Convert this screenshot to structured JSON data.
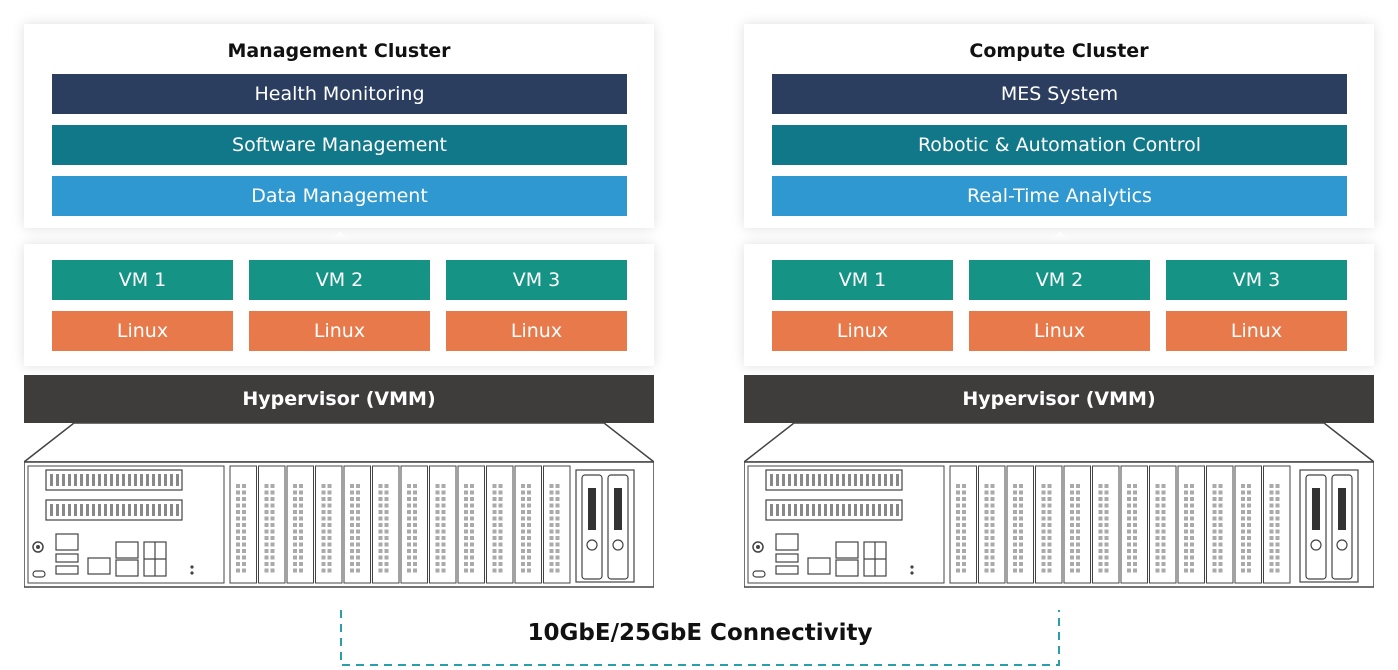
{
  "clusters": [
    {
      "title": "Management  Cluster",
      "services": [
        "Health Monitoring",
        "Software  Management",
        "Data Management"
      ],
      "vms": [
        {
          "name": "VM 1",
          "os": "Linux"
        },
        {
          "name": "VM 2",
          "os": "Linux"
        },
        {
          "name": "VM 3",
          "os": "Linux"
        }
      ],
      "hypervisor": "Hypervisor (VMM)"
    },
    {
      "title": "Compute Cluster",
      "services": [
        "MES System",
        "Robotic & Automation Control",
        "Real-Time Analytics"
      ],
      "vms": [
        {
          "name": "VM 1",
          "os": "Linux"
        },
        {
          "name": "VM 2",
          "os": "Linux"
        },
        {
          "name": "VM 3",
          "os": "Linux"
        }
      ],
      "hypervisor": "Hypervisor (VMM)"
    }
  ],
  "connectivity": "10GbE/25GbE Connectivity",
  "colors": {
    "service_1": "#2b3e5f",
    "service_2": "#11788a",
    "service_3": "#2f98d0",
    "vm": "#159485",
    "os": "#e8794a",
    "hypervisor": "#3f3c3c",
    "connector": "#2a9fa8"
  }
}
